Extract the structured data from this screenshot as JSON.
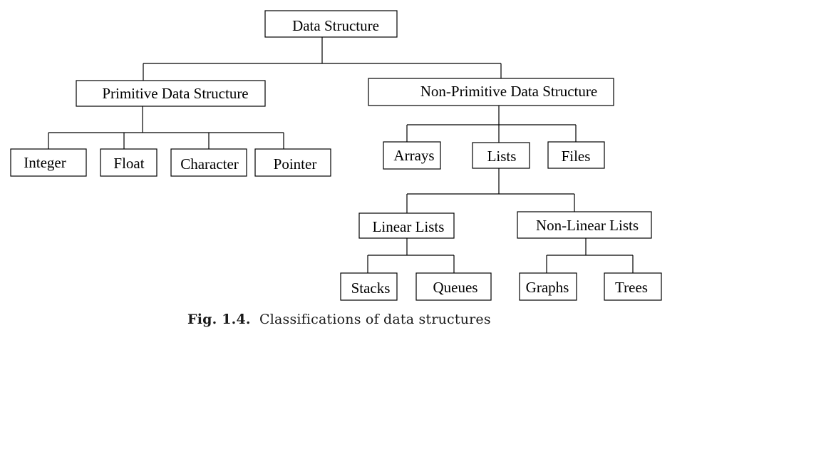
{
  "diagram": {
    "nodes": {
      "root": "Data Structure",
      "primitive": "Primitive Data Structure",
      "non_primitive": "Non-Primitive Data Structure",
      "integer": "Integer",
      "float": "Float",
      "character": "Character",
      "pointer": "Pointer",
      "arrays": "Arrays",
      "lists": "Lists",
      "files": "Files",
      "linear_lists": "Linear Lists",
      "non_linear_lists": "Non-Linear Lists",
      "stacks": "Stacks",
      "queues": "Queues",
      "graphs": "Graphs",
      "trees": "Trees"
    },
    "edges": [
      [
        "root",
        "primitive"
      ],
      [
        "root",
        "non_primitive"
      ],
      [
        "primitive",
        "integer"
      ],
      [
        "primitive",
        "float"
      ],
      [
        "primitive",
        "character"
      ],
      [
        "primitive",
        "pointer"
      ],
      [
        "non_primitive",
        "arrays"
      ],
      [
        "non_primitive",
        "lists"
      ],
      [
        "non_primitive",
        "files"
      ],
      [
        "lists",
        "linear_lists"
      ],
      [
        "lists",
        "non_linear_lists"
      ],
      [
        "linear_lists",
        "stacks"
      ],
      [
        "linear_lists",
        "queues"
      ],
      [
        "non_linear_lists",
        "graphs"
      ],
      [
        "non_linear_lists",
        "trees"
      ]
    ]
  },
  "caption": {
    "figure_number": "Fig. 1.4.",
    "text": "Classifications of data structures"
  }
}
